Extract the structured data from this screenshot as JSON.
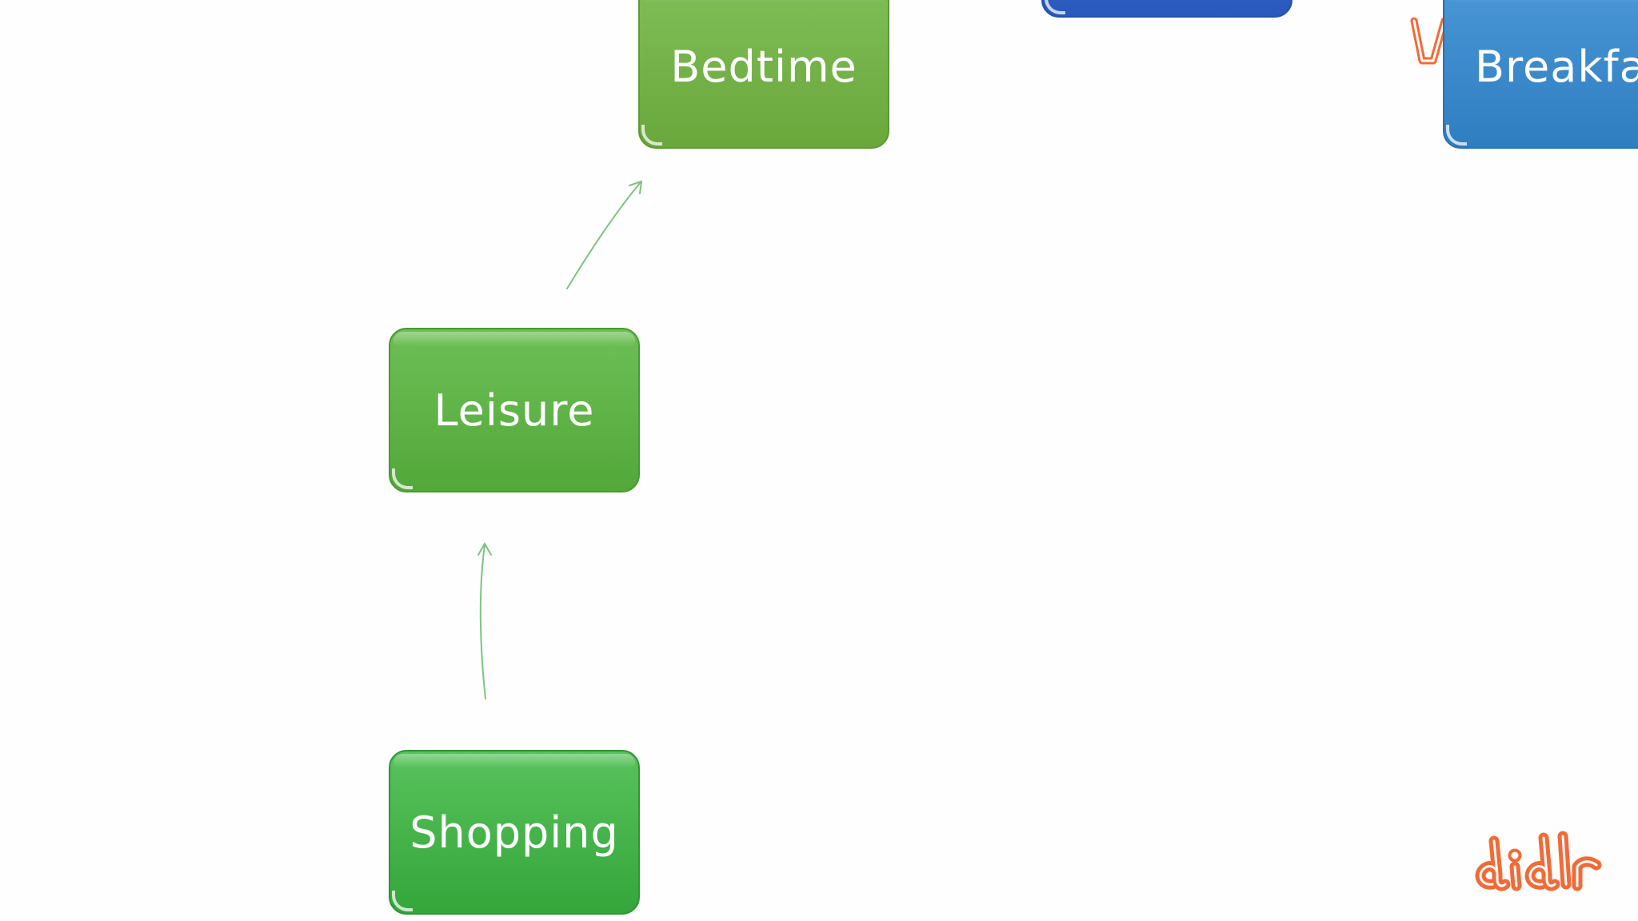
{
  "diagram": {
    "nodes": [
      {
        "id": "bedtime",
        "label": "Bedtime"
      },
      {
        "id": "leisure",
        "label": "Leisure"
      },
      {
        "id": "shopping",
        "label": "Shopping"
      },
      {
        "id": "top-blue",
        "label": ""
      },
      {
        "id": "breakfast",
        "label": "Breakfast"
      }
    ],
    "edges": [
      {
        "from": "shopping",
        "to": "leisure"
      },
      {
        "from": "leisure",
        "to": "bedtime"
      }
    ],
    "colors": {
      "green_light": "#6aa83c",
      "green_mid": "#53a83a",
      "green_bright": "#34a63a",
      "blue_sky": "#2e7ec0",
      "blue_deep": "#2a59bd",
      "connector": "#7cc47f",
      "logo_orange": "#f26a36"
    }
  },
  "watermark": {
    "logo_text": "didlr"
  }
}
